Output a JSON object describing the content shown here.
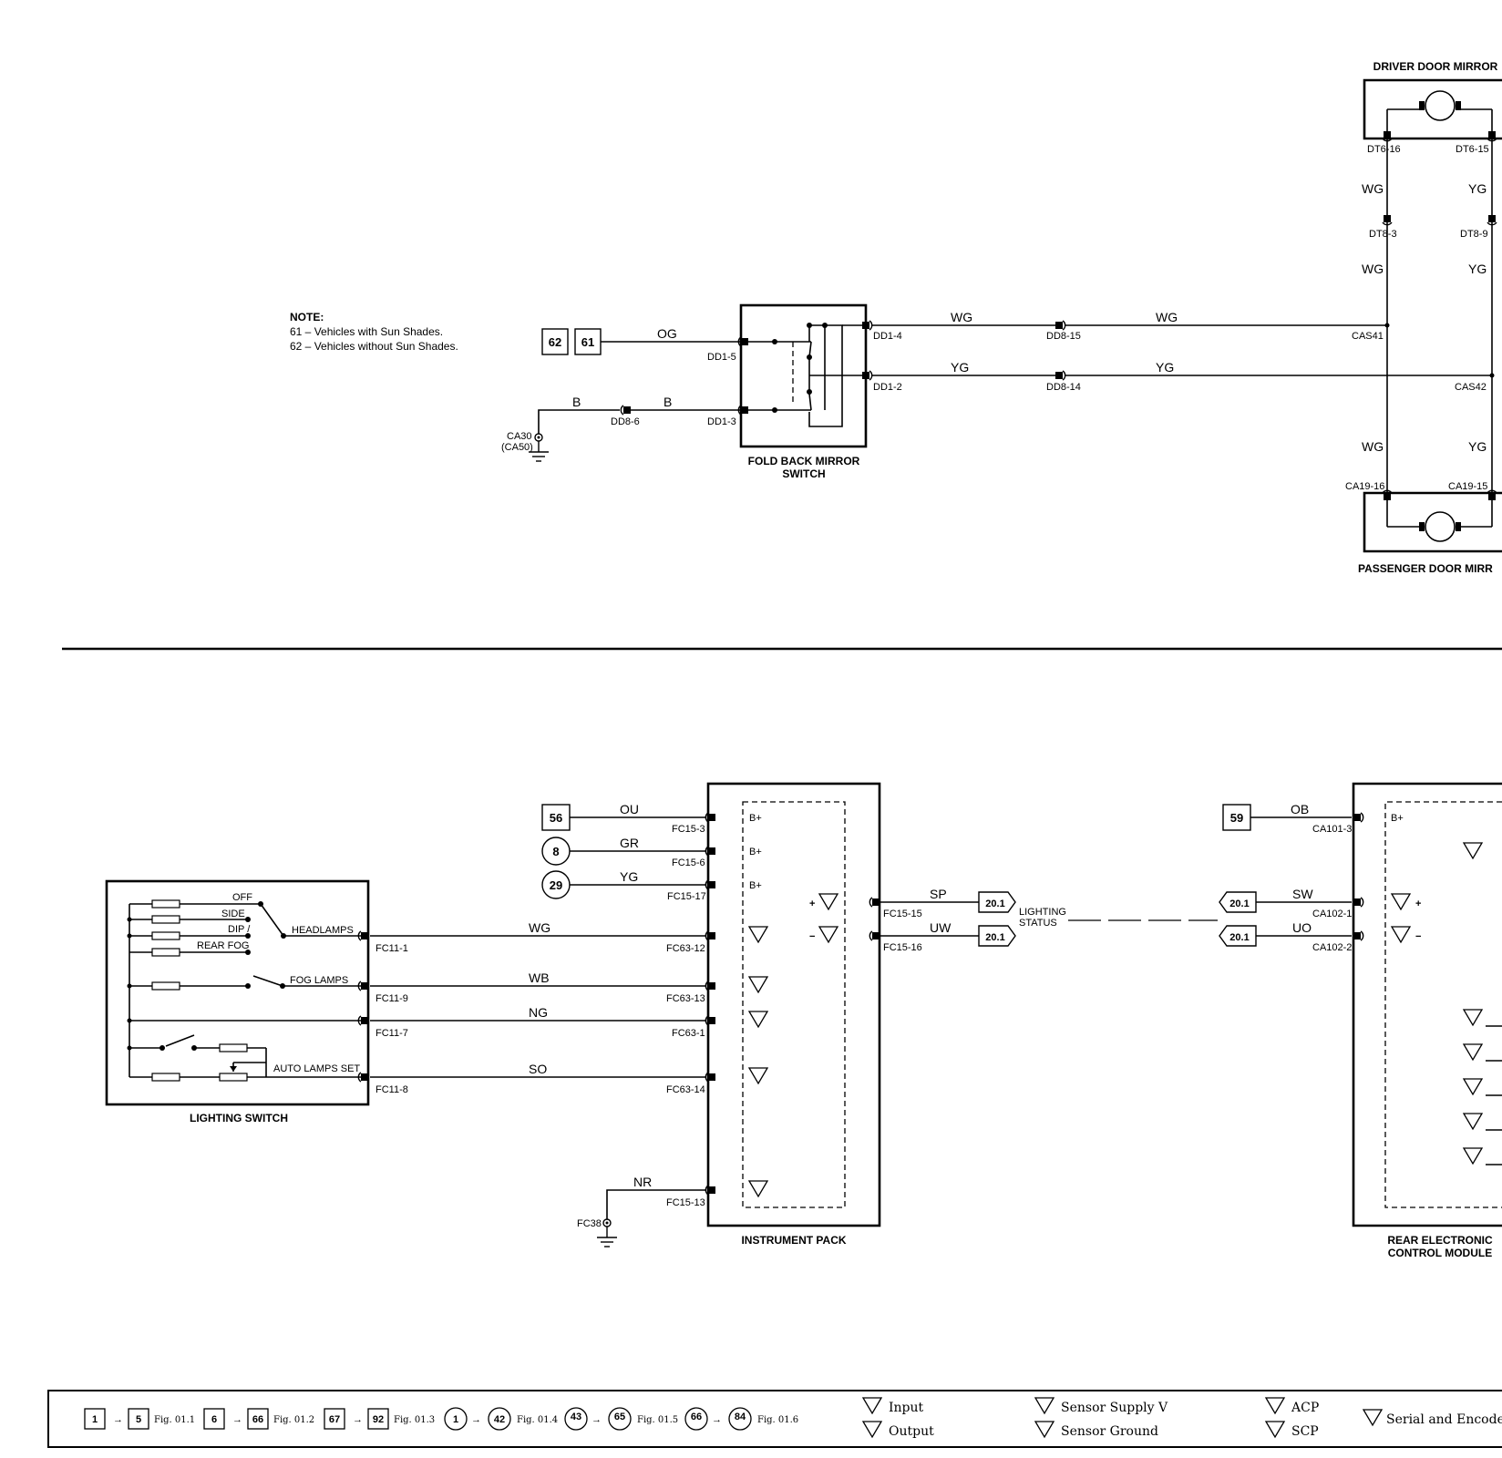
{
  "mirror_section": {
    "driver_door_mirror": "DRIVER DOOR MIRROR",
    "passenger_door_mirror": "PASSENGER DOOR MIRR",
    "fold_back_switch": [
      "FOLD BACK MIRROR",
      "SWITCH"
    ],
    "note": {
      "title": "NOTE:",
      "line1": "61 – Vehicles with Sun Shades.",
      "line2": "62 – Vehicles without Sun Shades."
    },
    "refs": {
      "r62": "62",
      "r61": "61"
    },
    "wires": {
      "og": "OG",
      "b1": "B",
      "b2": "B",
      "wg_a": "WG",
      "wg_b": "WG",
      "yg_a": "YG",
      "yg_b": "YG",
      "wg_up1": "WG",
      "yg_up1": "YG",
      "wg_up2": "WG",
      "yg_up2": "YG",
      "wg_low": "WG",
      "yg_low": "YG"
    },
    "connectors": {
      "dt6_16": "DT6-16",
      "dt6_15": "DT6-15",
      "dt8_3": "DT8-3",
      "dt8_9": "DT8-9",
      "dd1_5": "DD1-5",
      "dd1_3": "DD1-3",
      "dd1_4": "DD1-4",
      "dd1_2": "DD1-2",
      "dd8_6": "DD8-6",
      "dd8_15": "DD8-15",
      "dd8_14": "DD8-14",
      "cas41": "CAS41",
      "cas42": "CAS42",
      "ca19_16": "CA19-16",
      "ca19_15": "CA19-15",
      "ca30": "CA30",
      "ca50": "(CA50)"
    }
  },
  "lighting_section": {
    "lighting_switch": "LIGHTING SWITCH",
    "instrument_pack": "INSTRUMENT PACK",
    "rear_ecm": [
      "REAR ELECTRONIC",
      "CONTROL MODULE"
    ],
    "lighting_status": [
      "LIGHTING",
      "STATUS"
    ],
    "switch_labels": {
      "off": "OFF",
      "side": "SIDE",
      "dip": "DIP /",
      "rear_fog": "REAR FOG",
      "headlamps": "HEADLAMPS",
      "fog_lamps": "FOG LAMPS",
      "auto_lamps_set": "AUTO LAMPS SET"
    },
    "refs": {
      "r56": "56",
      "r8": "8",
      "r29": "29",
      "r59": "59",
      "off1": "20.1",
      "off2": "20.1",
      "off3": "20.1",
      "off4": "20.1"
    },
    "wires": {
      "ou": "OU",
      "gr": "GR",
      "yg": "YG",
      "wg": "WG",
      "wb": "WB",
      "ng": "NG",
      "so": "SO",
      "nr": "NR",
      "sp": "SP",
      "uw": "UW",
      "ob": "OB",
      "sw": "SW",
      "uo": "UO"
    },
    "connectors": {
      "fc15_3": "FC15-3",
      "fc15_6": "FC15-6",
      "fc15_17": "FC15-17",
      "fc15_15": "FC15-15",
      "fc15_16": "FC15-16",
      "fc15_13": "FC15-13",
      "fc63_12": "FC63-12",
      "fc63_13": "FC63-13",
      "fc63_1": "FC63-1",
      "fc63_14": "FC63-14",
      "fc11_1": "FC11-1",
      "fc11_9": "FC11-9",
      "fc11_7": "FC11-7",
      "fc11_8": "FC11-8",
      "fc38": "FC38",
      "ca101_3": "CA101-3",
      "ca102_1": "CA102-1",
      "ca102_2": "CA102-2"
    },
    "pins": {
      "bplus1": "B+",
      "bplus2": "B+",
      "bplus3": "B+",
      "bplus4": "B+"
    }
  },
  "legend": {
    "range1": [
      "1",
      "5"
    ],
    "fig1": "Fig. 01.1",
    "range2": [
      "6",
      "66"
    ],
    "fig2": "Fig. 01.2",
    "range3": [
      "67",
      "92"
    ],
    "fig3": "Fig. 01.3",
    "range4": [
      "1",
      "42"
    ],
    "fig4": "Fig. 01.4",
    "range5": [
      "43",
      "65"
    ],
    "fig5": "Fig. 01.5",
    "range6": [
      "66",
      "84"
    ],
    "fig6": "Fig. 01.6",
    "input": "Input",
    "output": "Output",
    "sensor_supply": "Sensor Supply V",
    "sensor_ground": "Sensor Ground",
    "acp": "ACP",
    "scp": "SCP",
    "serial": "Serial and Encoded"
  }
}
